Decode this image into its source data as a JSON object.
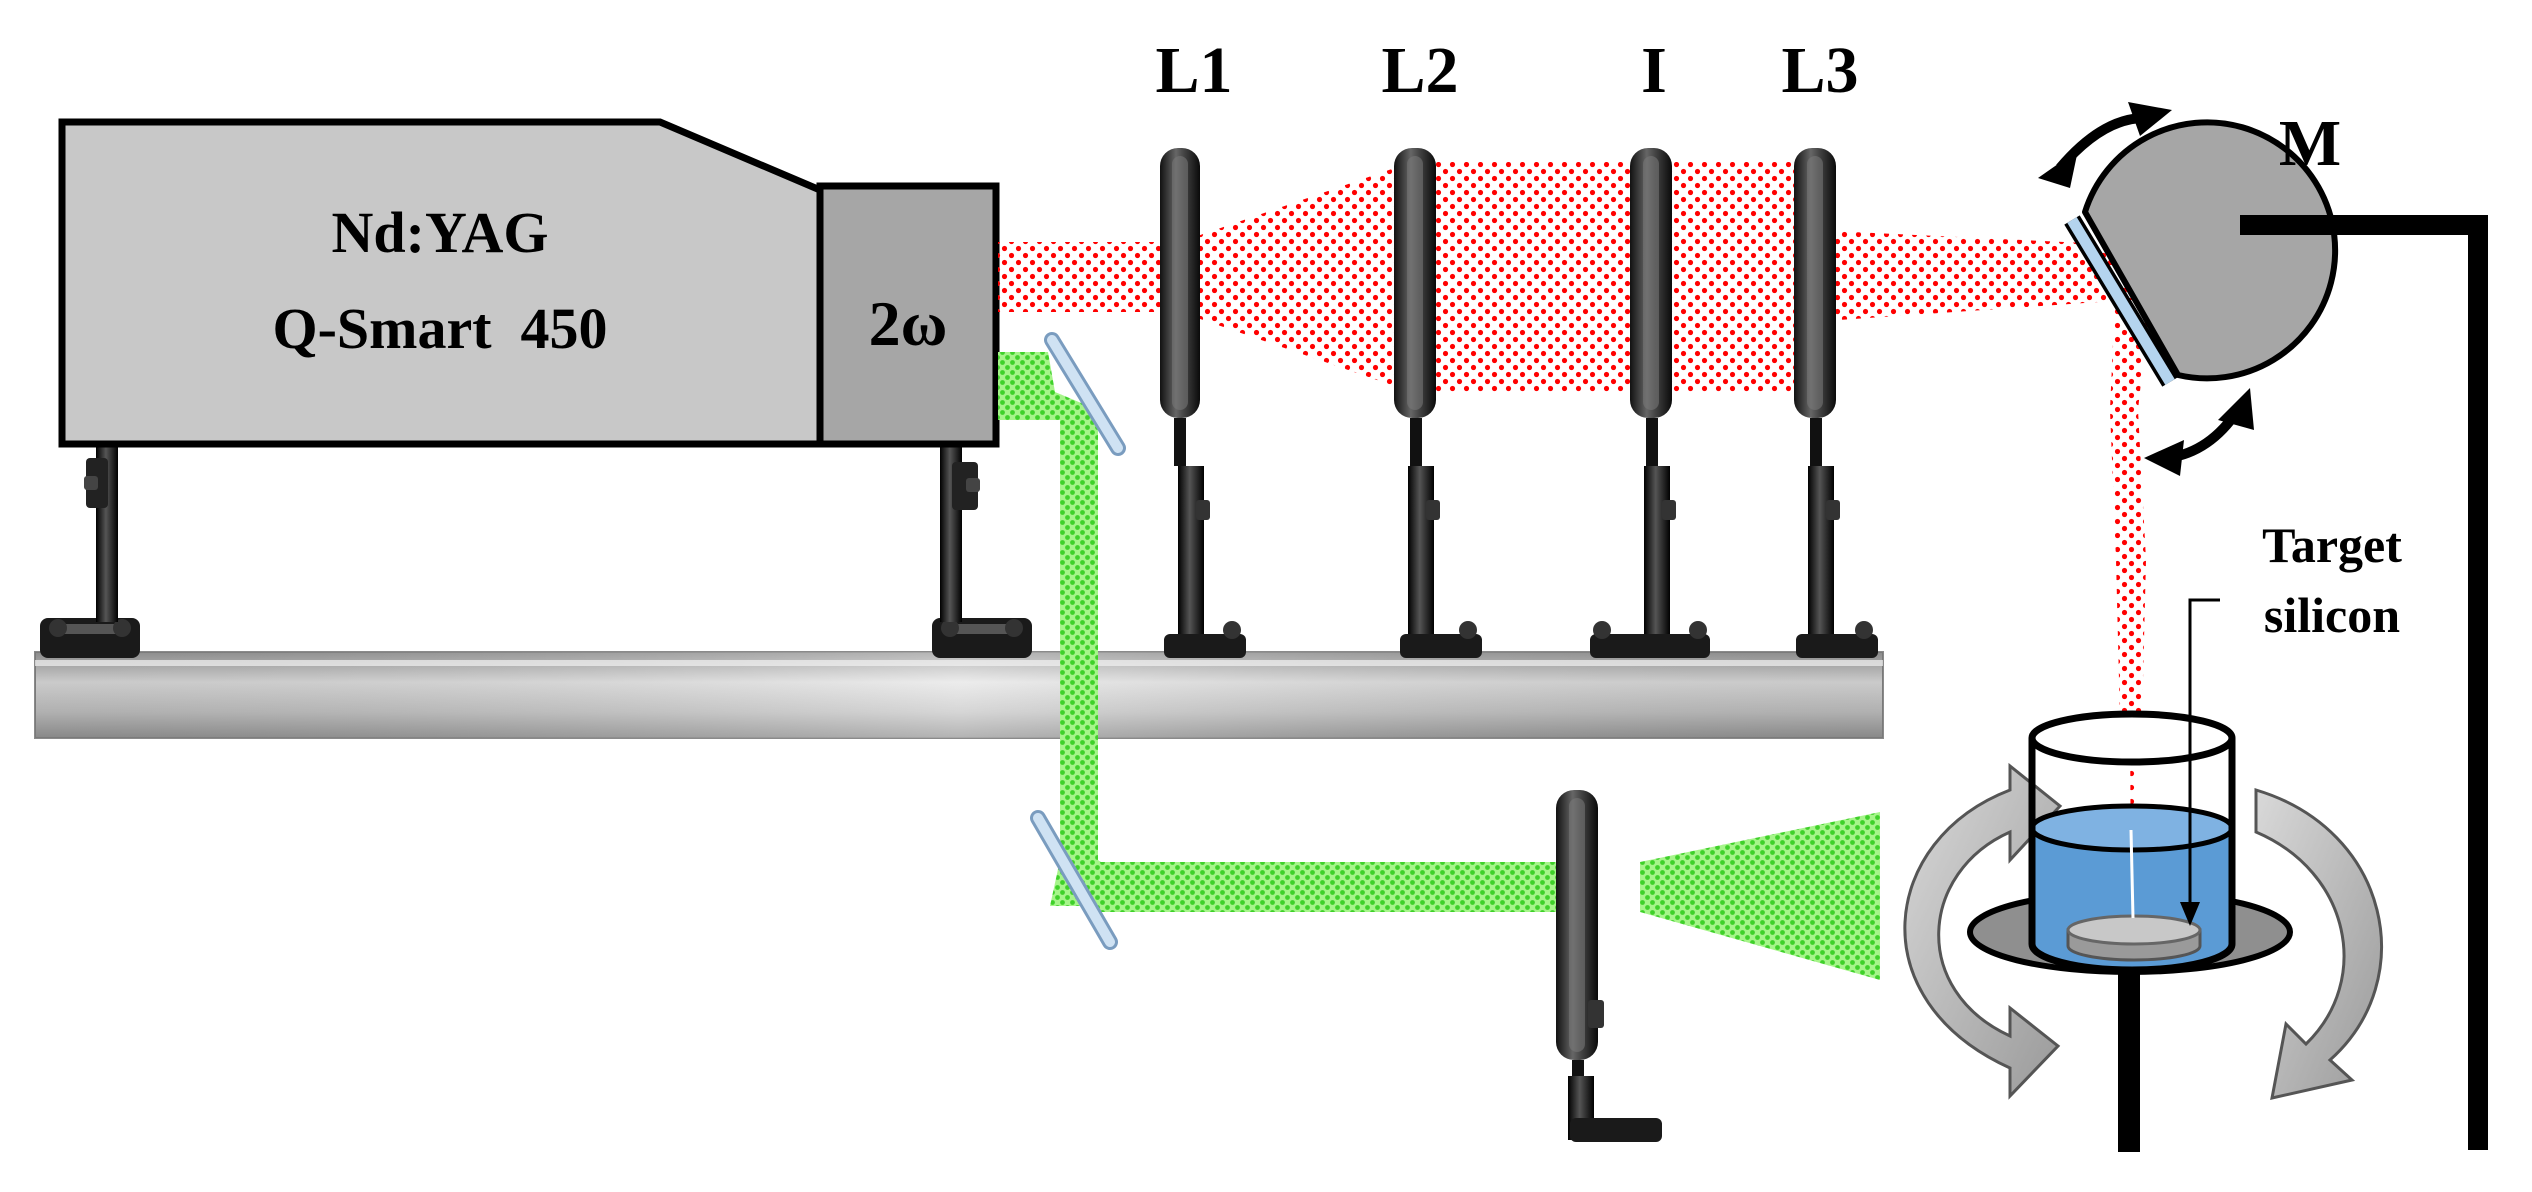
{
  "laser": {
    "line1": "Nd:YAG",
    "line2": "Q-Smart  450",
    "harmonic": "2ω"
  },
  "labels": {
    "l1": "L1",
    "l2": "L2",
    "iris": "I",
    "l3": "L3",
    "mirror": "M",
    "target_line1": "Target",
    "target_line2": "silicon"
  },
  "colors": {
    "laser_body": "#c8c8c8",
    "harmonic_box": "#a6a6a6",
    "red_beam": "#ff0000",
    "green_beam": "#66ee44",
    "liquid": "#5b9bd5",
    "optical_rail": "#c4c4c4",
    "mirror_glass": "#b4d4ee"
  }
}
